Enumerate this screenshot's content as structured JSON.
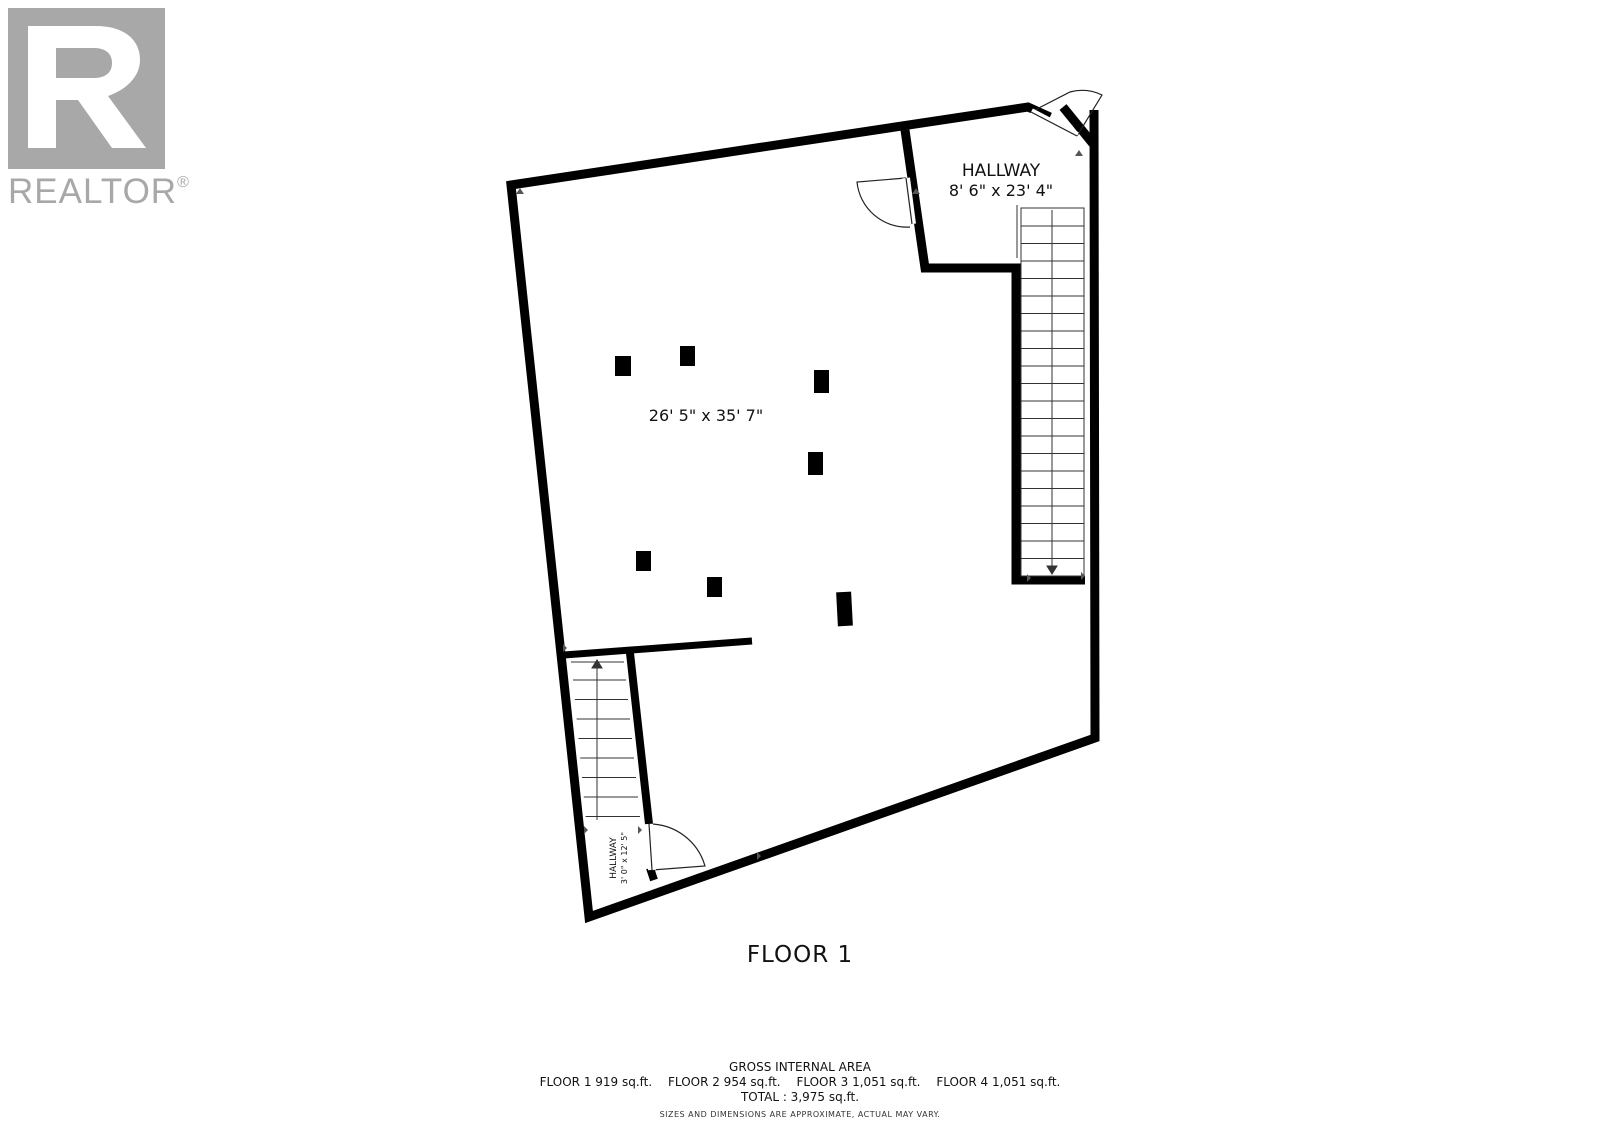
{
  "brand": {
    "name": "REALTOR",
    "mark": "®",
    "color": "#a8a8a8"
  },
  "rooms": {
    "main_dimensions": "26' 5\" x 35' 7\"",
    "hallway_top_name": "HALLWAY",
    "hallway_top_dimensions": "8' 6\" x 23' 4\"",
    "hallway_bottom_name": "HALLWAY",
    "hallway_bottom_dimensions": "3' 0\" x 12' 5\""
  },
  "floor_title": "FLOOR 1",
  "gross_area": {
    "heading": "GROSS INTERNAL AREA",
    "floors": [
      "FLOOR 1 919 sq.ft.",
      "FLOOR 2 954 sq.ft.",
      "FLOOR 3 1,051 sq.ft.",
      "FLOOR 4 1,051 sq.ft."
    ],
    "total": "TOTAL :  3,975 sq.ft.",
    "disclaimer": "SIZES AND DIMENSIONS ARE APPROXIMATE, ACTUAL MAY VARY."
  },
  "colors": {
    "walls": "#000000",
    "text": "#111111",
    "background": "#ffffff"
  },
  "icons": [
    "realtor-logo-icon",
    "door-swing-icon",
    "stairs-icon",
    "column-icon",
    "arrow-icon"
  ]
}
